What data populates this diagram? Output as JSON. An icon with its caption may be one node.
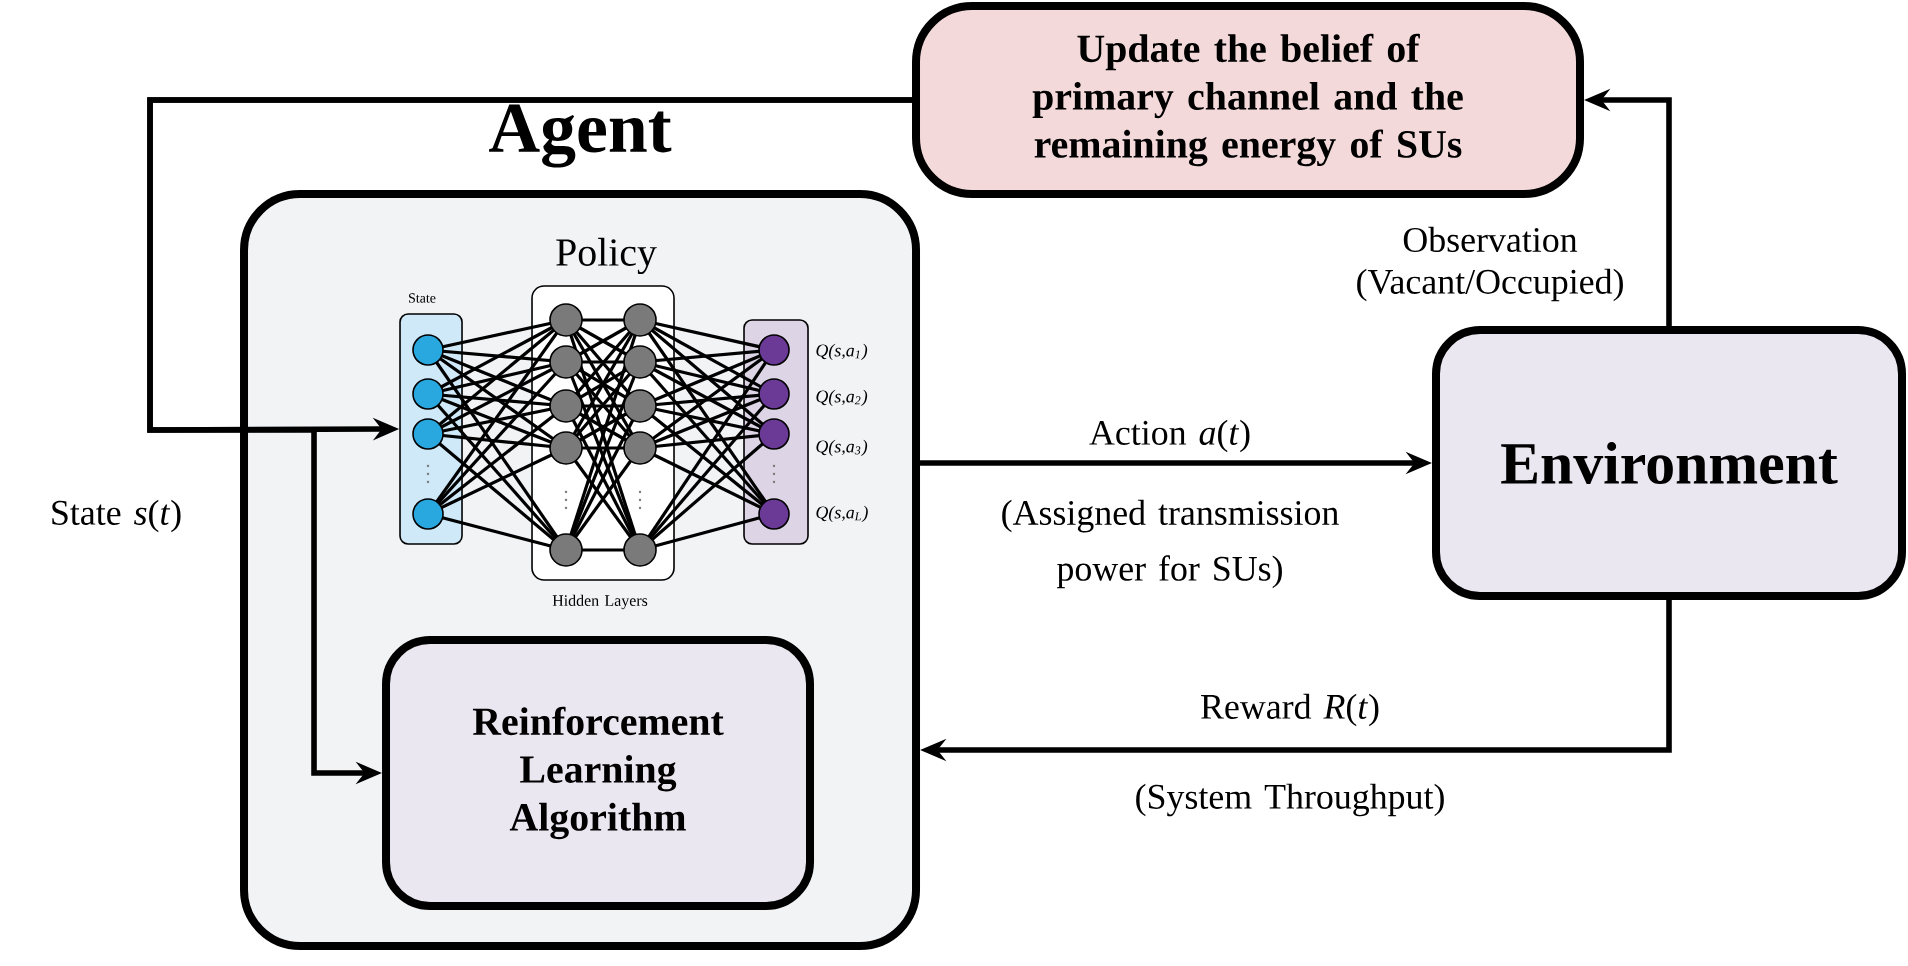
{
  "diagram": {
    "nodes": [
      {
        "text": [
          "Agent"
        ]
      },
      {
        "text": [
          "State"
        ],
        "in": 0
      },
      {
        "text": [
          "Policy",
          "Hidden Layers"
        ],
        "in": 0
      },
      {
        "text": [],
        "shape": "box",
        "in": 0,
        "beside": [
          "Q(s,a$_{1}$)",
          "Q(s,a$_{2}$)",
          "Q(s,a$_{3}$)",
          "Q(s,a$_{L}$)"
        ]
      },
      {
        "text": [
          "Reinforcement Learning Algorithm"
        ],
        "in": 0
      },
      {
        "text": [
          "Environment"
        ]
      },
      {
        "text": [
          "Update the belief of primary channel and the remaining energy of SUs"
        ]
      }
    ],
    "edges": [
      {
        "from": 5,
        "to": 6,
        "arrow": "to",
        "label": "Observation (Vacant/Occupied)"
      },
      {
        "from": 6,
        "to": 1,
        "arrow": "to",
        "label": "State *s*(*t*)"
      },
      {
        "from": 6,
        "to": 4,
        "arrow": "to"
      },
      {
        "from": 0,
        "to": 5,
        "arrow": "to",
        "label": "Action *a*(*t*)"
      },
      {
        "from": 5,
        "to": 0,
        "arrow": "to",
        "label": "Reward *R*(*t*)"
      }
    ],
    "labels": [
      "(Assigned transmission power for SUs)",
      "(System Throughput)"
    ]
  }
}
